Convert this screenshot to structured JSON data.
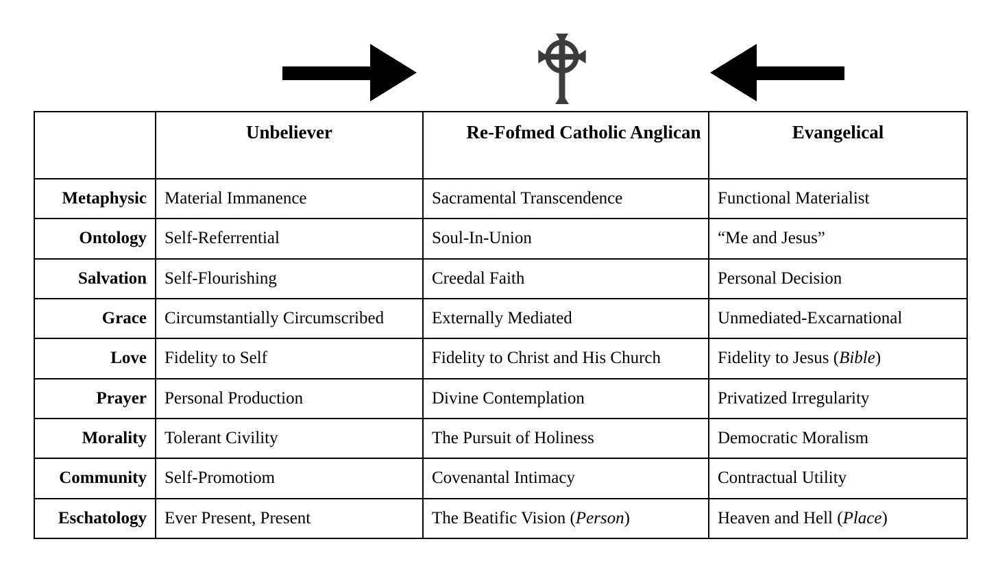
{
  "colors": {
    "arrow": "#000000",
    "cross": "#3b3b3b",
    "border": "#000000",
    "text": "#000000"
  },
  "decorations": {
    "right_arrow_icon": "right-arrow-icon",
    "cross_icon": "celtic-cross-icon",
    "left_arrow_icon": "left-arrow-icon"
  },
  "table": {
    "headers": [
      "",
      "Unbeliever",
      "Re-Fofmed Catholic Anglican",
      "Evangelical"
    ],
    "rows": [
      {
        "label": "Metaphysic",
        "cells": [
          {
            "text": "Material Immanence",
            "italic": "",
            "after": ""
          },
          {
            "text": "Sacramental Transcendence",
            "italic": "",
            "after": ""
          },
          {
            "text": "Functional Materialist",
            "italic": "",
            "after": ""
          }
        ]
      },
      {
        "label": "Ontology",
        "cells": [
          {
            "text": "Self-Referrential",
            "italic": "",
            "after": ""
          },
          {
            "text": "Soul-In-Union",
            "italic": "",
            "after": ""
          },
          {
            "text": "“Me and Jesus”",
            "italic": "",
            "after": ""
          }
        ]
      },
      {
        "label": "Salvation",
        "cells": [
          {
            "text": "Self-Flourishing",
            "italic": "",
            "after": ""
          },
          {
            "text": "Creedal Faith",
            "italic": "",
            "after": ""
          },
          {
            "text": "Personal Decision",
            "italic": "",
            "after": ""
          }
        ]
      },
      {
        "label": "Grace",
        "cells": [
          {
            "text": "Circumstantially Circumscribed",
            "italic": "",
            "after": ""
          },
          {
            "text": "Externally Mediated",
            "italic": "",
            "after": ""
          },
          {
            "text": "Unmediated-Excarnational",
            "italic": "",
            "after": ""
          }
        ]
      },
      {
        "label": "Love",
        "cells": [
          {
            "text": "Fidelity to Self",
            "italic": "",
            "after": ""
          },
          {
            "text": "Fidelity to Christ and His Church",
            "italic": "",
            "after": ""
          },
          {
            "text": "Fidelity to Jesus (",
            "italic": "Bible",
            "after": ")"
          }
        ]
      },
      {
        "label": "Prayer",
        "cells": [
          {
            "text": "Personal Production",
            "italic": "",
            "after": ""
          },
          {
            "text": "Divine Contemplation",
            "italic": "",
            "after": ""
          },
          {
            "text": "Privatized Irregularity",
            "italic": "",
            "after": ""
          }
        ]
      },
      {
        "label": "Morality",
        "cells": [
          {
            "text": "Tolerant Civility",
            "italic": "",
            "after": ""
          },
          {
            "text": "The Pursuit of Holiness",
            "italic": "",
            "after": ""
          },
          {
            "text": "Democratic Moralism",
            "italic": "",
            "after": ""
          }
        ]
      },
      {
        "label": "Community",
        "cells": [
          {
            "text": "Self-Promotiom",
            "italic": "",
            "after": ""
          },
          {
            "text": "Covenantal Intimacy",
            "italic": "",
            "after": ""
          },
          {
            "text": "Contractual Utility",
            "italic": "",
            "after": ""
          }
        ]
      },
      {
        "label": "Eschatology",
        "cells": [
          {
            "text": "Ever Present, Present",
            "italic": "",
            "after": ""
          },
          {
            "text": "The Beatific Vision (",
            "italic": "Person",
            "after": ")"
          },
          {
            "text": "Heaven and Hell (",
            "italic": "Place",
            "after": ")"
          }
        ]
      }
    ]
  }
}
